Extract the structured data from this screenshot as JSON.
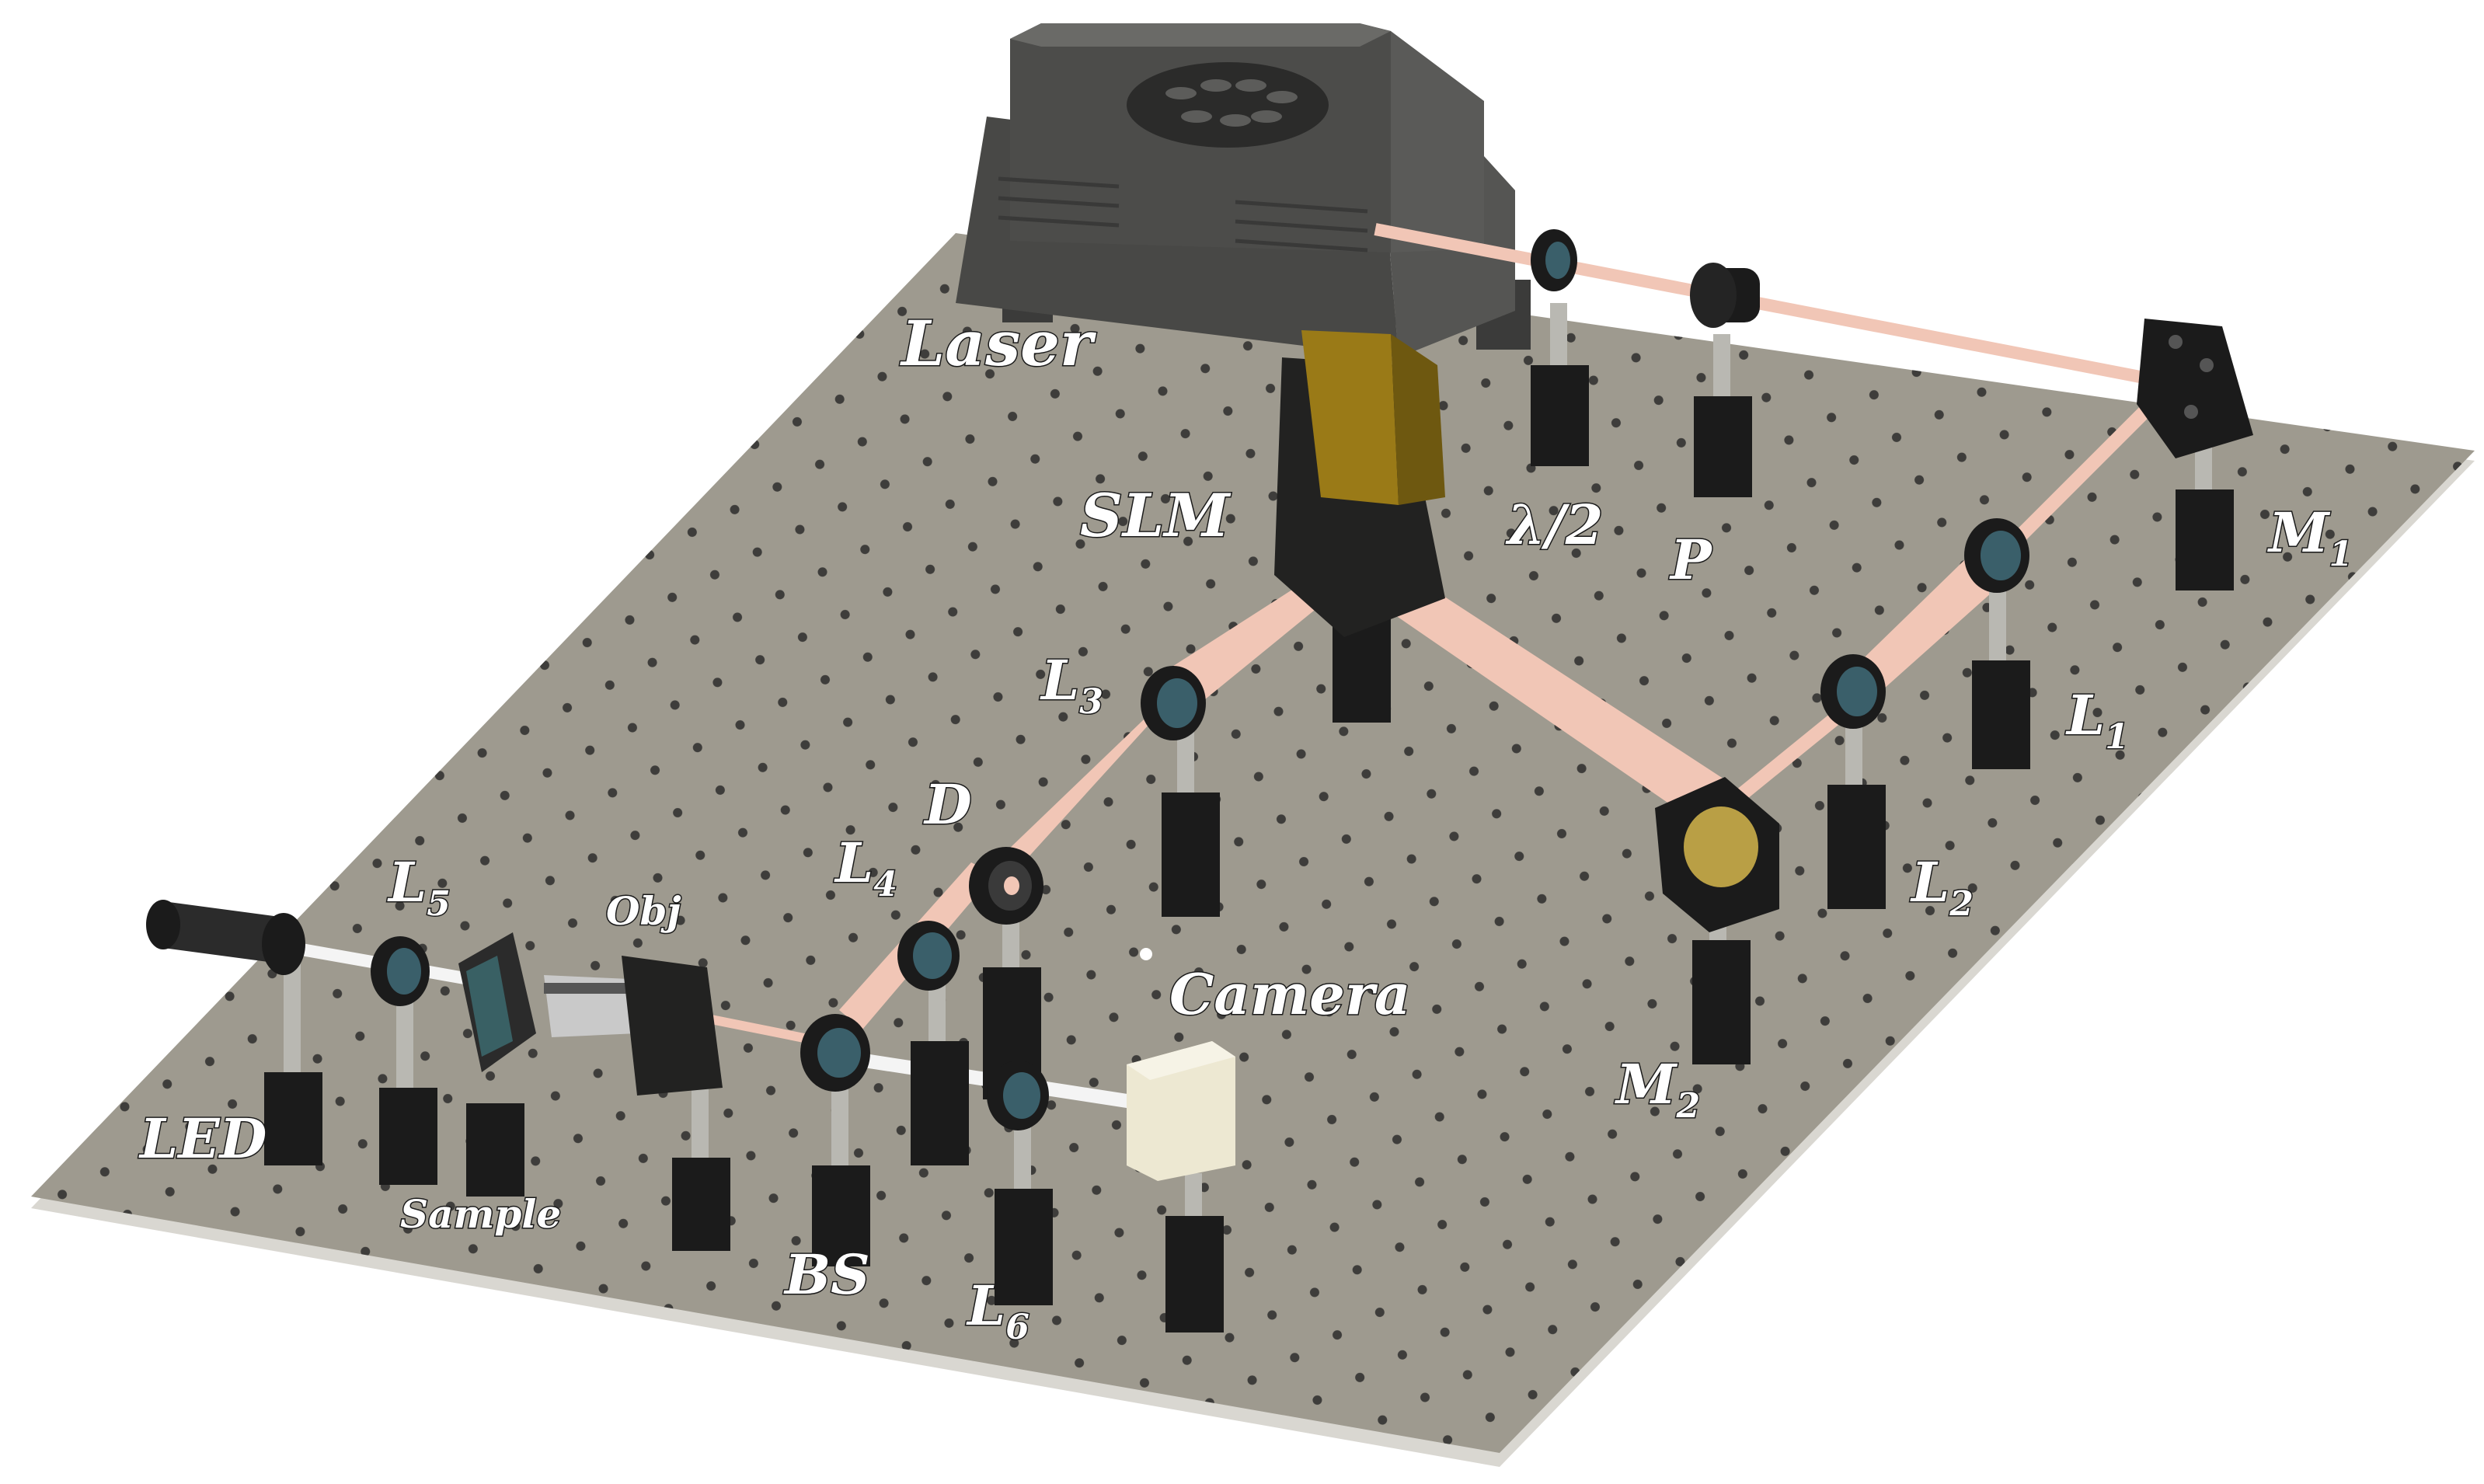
{
  "colors": {
    "table": "#9e9a8f",
    "table_edge": "#d9d7d1",
    "holes": "#262626",
    "beam": "#f1c6b6",
    "white_beam": "#f4f4f4",
    "laser_body": "#4c4c4a",
    "slm_gold": "#9a7a17",
    "camera": "#ede8d2",
    "black": "#1b1b1b"
  },
  "labels": {
    "laser": "Laser",
    "slm": "SLM",
    "half_wave": "λ/2",
    "polarizer": "P",
    "m1_main": "M",
    "m1_sub": "1",
    "l1_main": "L",
    "l1_sub": "1",
    "l2_main": "L",
    "l2_sub": "2",
    "l3_main": "L",
    "l3_sub": "3",
    "l4_main": "L",
    "l4_sub": "4",
    "l5_main": "L",
    "l5_sub": "5",
    "l6_main": "L",
    "l6_sub": "6",
    "m2_main": "M",
    "m2_sub": "2",
    "d": "D",
    "obj": "Obj",
    "camera": "Camera",
    "led": "LED",
    "sample": "Sample",
    "bs": "BS"
  }
}
